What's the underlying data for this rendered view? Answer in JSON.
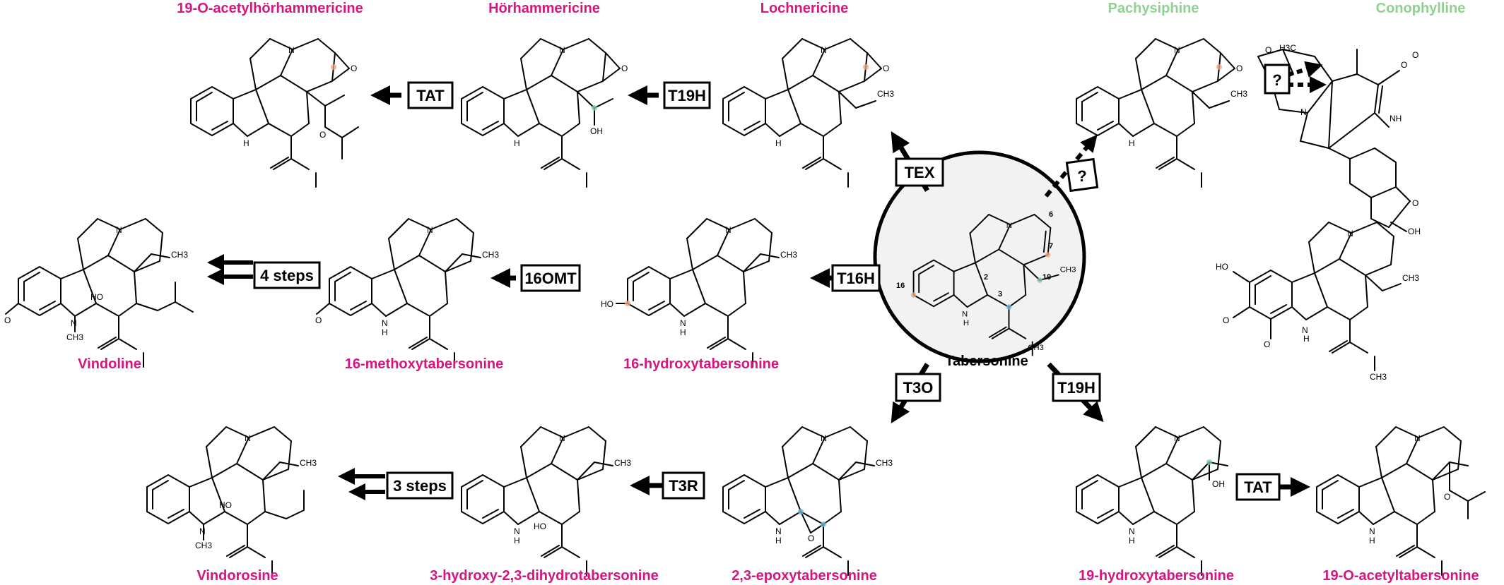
{
  "colors": {
    "pathway": "#d6157e",
    "unknown": "#8fd18f",
    "hub_fill": "#f2f2f2",
    "mark_orange": "#f0a47a",
    "mark_green": "#7fc9a3",
    "mark_blue": "#6fb6d9"
  },
  "center": {
    "name": "Tabersonine",
    "positions": [
      "6",
      "7",
      "16",
      "2",
      "3",
      "19"
    ]
  },
  "compounds": [
    {
      "id": "acetylhorhammericine",
      "name": "19-O-acetylhörhammericine",
      "color": "pathway"
    },
    {
      "id": "horhammericine",
      "name": "Hörhammericine",
      "color": "pathway"
    },
    {
      "id": "lochnericine",
      "name": "Lochnericine",
      "color": "pathway"
    },
    {
      "id": "pachysiphine",
      "name": "Pachysiphine",
      "color": "unknown"
    },
    {
      "id": "conophylline",
      "name": "Conophylline",
      "color": "unknown"
    },
    {
      "id": "vindoline",
      "name": "Vindoline",
      "color": "pathway"
    },
    {
      "id": "methoxytabersonine",
      "name": "16-methoxytabersonine",
      "color": "pathway"
    },
    {
      "id": "hydroxytabersonine16",
      "name": "16-hydroxytabersonine",
      "color": "pathway"
    },
    {
      "id": "vindorosine",
      "name": "Vindorosine",
      "color": "pathway"
    },
    {
      "id": "hydroxydihydro",
      "name": "3-hydroxy-2,3-dihydrotabersonine",
      "color": "pathway"
    },
    {
      "id": "epoxytabersonine",
      "name": "2,3-epoxytabersonine",
      "color": "pathway"
    },
    {
      "id": "hydroxytabersonine19",
      "name": "19-hydroxytabersonine",
      "color": "pathway"
    },
    {
      "id": "acetyltabersonine",
      "name": "19-O-acetyltabersonine",
      "color": "pathway"
    }
  ],
  "enzymes": {
    "tat_top": "TAT",
    "t19h_top": "T19H",
    "tex": "TEX",
    "unknown_top": "?",
    "unknown_right": "?",
    "t16h": "T16H",
    "omt": "16OMT",
    "four_steps": "4 steps",
    "t3o": "T3O",
    "t19h_bottom": "T19H",
    "t3r": "T3R",
    "three_steps": "3 steps",
    "tat_bottom": "TAT"
  },
  "atoms": {
    "N": "N",
    "NH": "N\nH",
    "H": "H",
    "O": "O",
    "OH": "OH",
    "HO": "HO",
    "CH3": "CH3",
    "H3C": "H3C"
  }
}
